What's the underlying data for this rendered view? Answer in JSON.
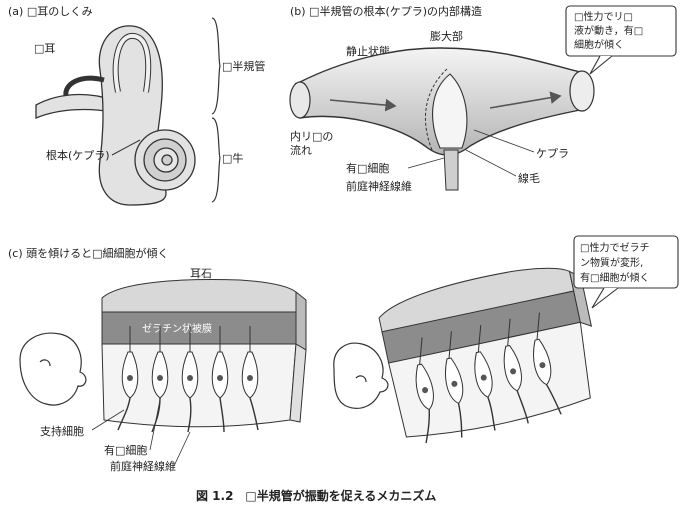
{
  "panel_a": {
    "title": "(a) □耳のしくみ",
    "ear_label": "□耳",
    "semicircular_label": "□半規管",
    "cupula_root_label": "根本(ケプラ)",
    "cochlea_label": "□牛"
  },
  "panel_b": {
    "title": "(b) □半規管の根本(ケプラ)の内部構造",
    "ampulla_label": "膨大部",
    "static_label": "静止状態",
    "callout_line1": "□性力でリ□",
    "callout_line2": "液が動き，有□",
    "callout_line3": "細胞が傾く",
    "flow_line1": "内リ□の",
    "flow_line2": "流れ",
    "haircell_label": "有□細胞",
    "nerve_label": "前庭神経線維",
    "cupula_label": "ケプラ",
    "cilia_label": "線毛"
  },
  "panel_c": {
    "title": "(c) 頭を傾けると□細細胞が傾く",
    "otolith_label": "耳石",
    "gel_label": "ゼラチン状被膜",
    "support_label": "支持細胞",
    "haircell_label": "有□細胞",
    "nerve_label": "前庭神経線維",
    "callout_line1": "□性力でゼラチ",
    "callout_line2": "ン物質が変形,",
    "callout_line3": "有□細胞が傾く"
  },
  "caption": "図 1.2　□半規管が振動を促えるメカニズム",
  "colors": {
    "line": "#333333",
    "gel": "#8c8c8c",
    "otolith": "#d8d8d8",
    "shade": "#bdbdbd"
  }
}
